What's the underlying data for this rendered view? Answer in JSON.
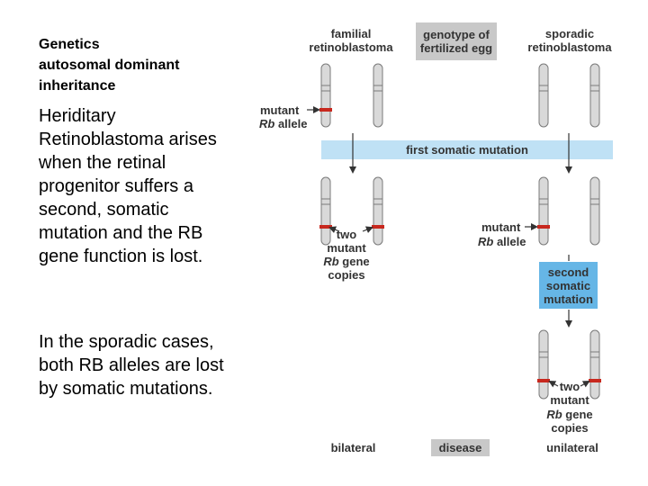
{
  "slide": {
    "title": "Genetics\nautosomal dominant\ninheritance",
    "paragraph1": "Heriditary\nRetinoblastoma arises\nwhen the retinal\nprogenitor suffers a\nsecond, somatic\nmutation and the RB\ngene function is lost.",
    "paragraph2": "In the sporadic cases,\nboth RB alleles are lost\nby somatic mutations."
  },
  "diagram": {
    "familial_header": "familial\nretinoblastoma",
    "genotype_header": "genotype of\nfertilized egg",
    "sporadic_header": "sporadic\nretinoblastoma",
    "mutant_label_1": "mutant",
    "rb_allele_1": "Rb",
    "allele_word_1": " allele",
    "first_somatic": "first somatic mutation",
    "two_left": "two\nmutant",
    "rb_gene_left": "Rb",
    "gene_word_left": " gene",
    "copies_left": "copies",
    "mutant_label_2": "mutant",
    "rb_allele_2": "Rb",
    "allele_word_2": " allele",
    "second_somatic": "second\nsomatic\nmutation",
    "two_right": "two\nmutant",
    "rb_gene_right": "Rb",
    "gene_word_right": " gene",
    "copies_right": "copies",
    "bilateral": "bilateral",
    "disease": "disease",
    "unilateral": "unilateral",
    "colors": {
      "chromosome_fill": "#d9d9d9",
      "chromosome_stroke": "#7a7a7a",
      "mutation_red": "#c8281e",
      "light_blue": "#bfe1f5",
      "mid_blue": "#66b6e6",
      "gray_box": "#c8c8c8",
      "arrow": "#333333"
    }
  }
}
